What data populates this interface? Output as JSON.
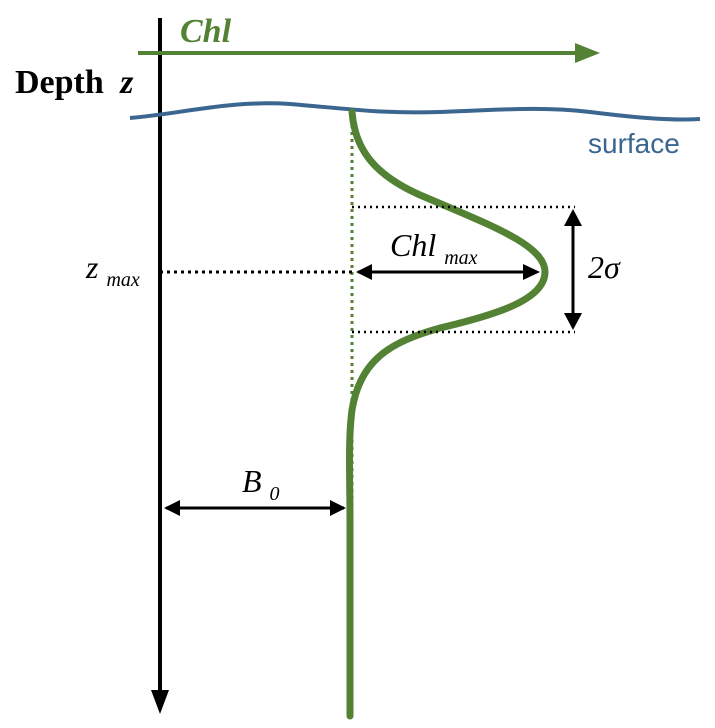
{
  "colors": {
    "chl": "#548235",
    "surface": "#3a6690",
    "axis": "#000000"
  },
  "labels": {
    "chl_axis": "Chl",
    "depth_axis_word": "Depth",
    "depth_axis_var": "z",
    "surface": "surface",
    "z_max_base": "z",
    "z_max_sub": "max",
    "chl_max_base": "Chl",
    "chl_max_sub": "max",
    "two_sigma": "2σ",
    "b0_base": "B",
    "b0_sub": "0"
  }
}
